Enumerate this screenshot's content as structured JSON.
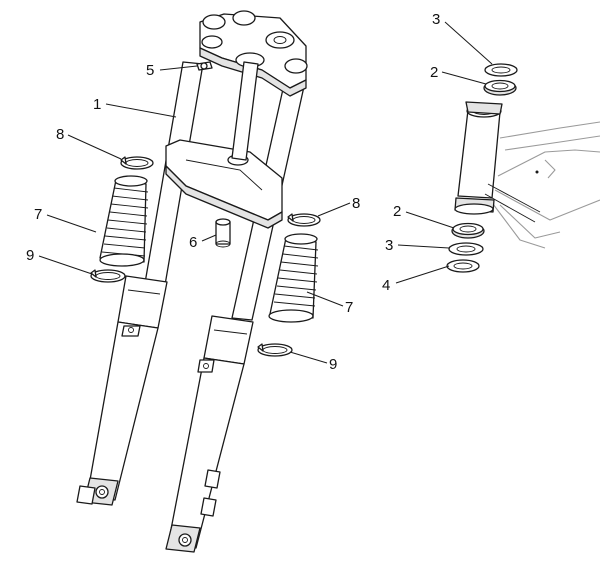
{
  "callouts": [
    {
      "id": "1",
      "label": "1"
    },
    {
      "id": "2a",
      "label": "2"
    },
    {
      "id": "2b",
      "label": "2"
    },
    {
      "id": "3a",
      "label": "3"
    },
    {
      "id": "3b",
      "label": "3"
    },
    {
      "id": "4",
      "label": "4"
    },
    {
      "id": "5",
      "label": "5"
    },
    {
      "id": "6",
      "label": "6"
    },
    {
      "id": "7a",
      "label": "7"
    },
    {
      "id": "7b",
      "label": "7"
    },
    {
      "id": "8a",
      "label": "8"
    },
    {
      "id": "8b",
      "label": "8"
    },
    {
      "id": "9a",
      "label": "9"
    },
    {
      "id": "9b",
      "label": "9"
    }
  ]
}
